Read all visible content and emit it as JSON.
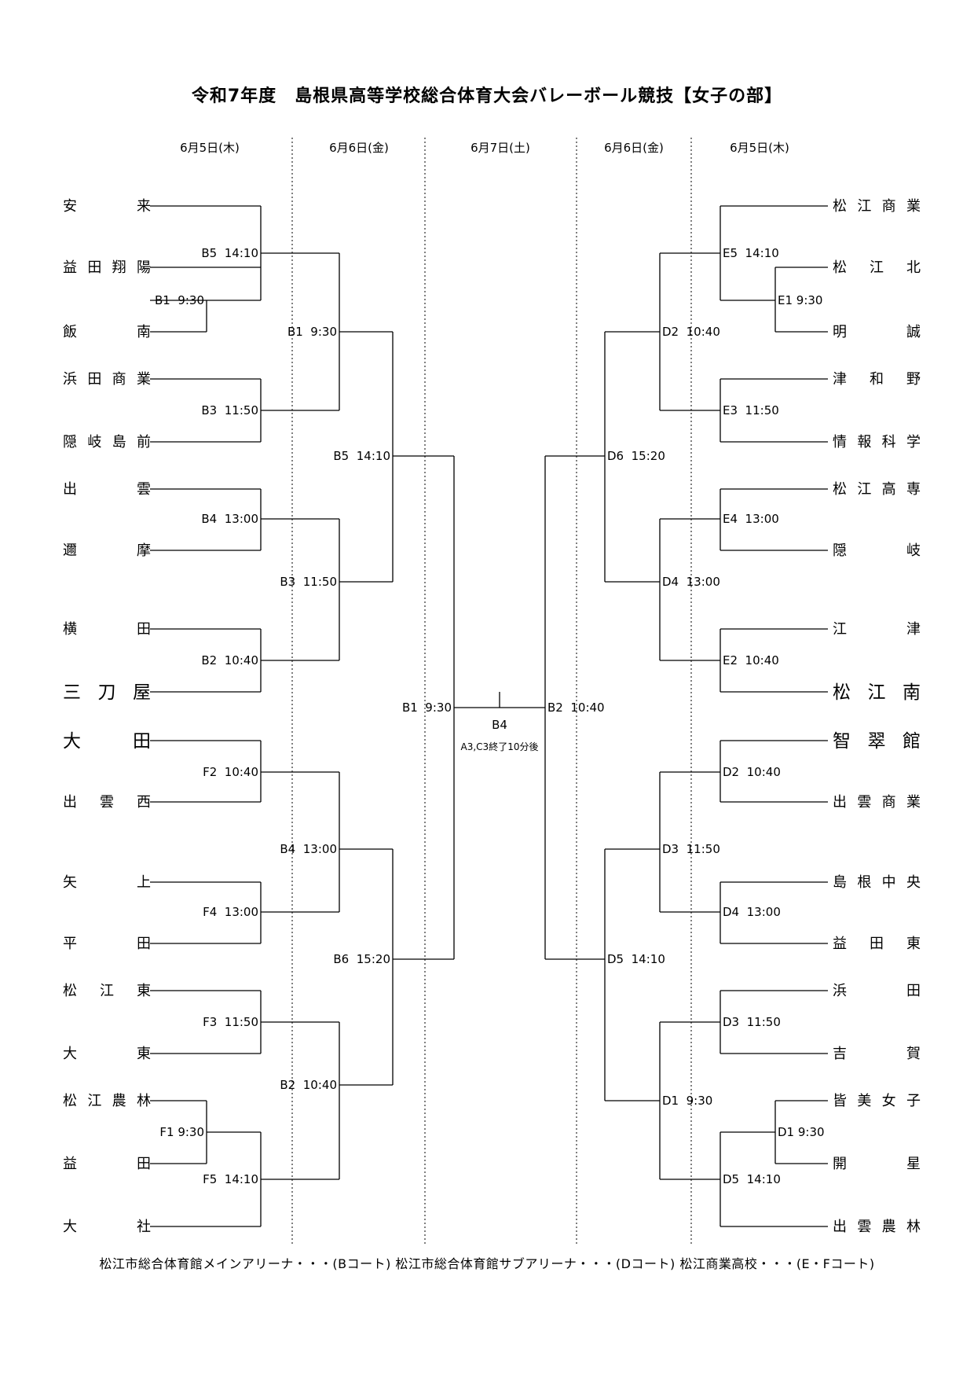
{
  "title": "令和7年度　島根県高等学校総合体育大会バレーボール競技【女子の部】",
  "dates": {
    "left_d1": "6月5日(木)",
    "left_d2": "6月6日(金)",
    "center": "6月7日(土)",
    "right_d2": "6月6日(金)",
    "right_d1": "6月5日(木)"
  },
  "left_teams": [
    "安来",
    "益田翔陽",
    "飯南",
    "浜田商業",
    "隠岐島前",
    "出雲",
    "邇摩",
    "横田",
    "三刀屋",
    "大田",
    "出雲西",
    "矢上",
    "平田",
    "松江東",
    "大東",
    "松江農林",
    "益田",
    "大社"
  ],
  "right_teams": [
    "松江商業",
    "松江北",
    "明誠",
    "津和野",
    "情報科学",
    "松江高専",
    "隠岐",
    "江津",
    "松江南",
    "智翠館",
    "出雲商業",
    "島根中央",
    "益田東",
    "浜田",
    "吉賀",
    "皆美女子",
    "開星",
    "出雲農林"
  ],
  "left_matches": {
    "r1_b1": "B1  9:30",
    "r1_b5": "B5  14:10",
    "r1_b3": "B3  11:50",
    "r1_b4": "B4  13:00",
    "r1_b2": "B2  10:40",
    "r1_f2": "F2  10:40",
    "r1_f4": "F4  13:00",
    "r1_f3": "F3  11:50",
    "r1_f1": "F1 9:30",
    "r1_f5": "F5  14:10",
    "r2_b1": "B1  9:30",
    "r2_b3": "B3  11:50",
    "r2_b4": "B4  13:00",
    "r2_b2": "B2  10:40",
    "r3_b5": "B5  14:10",
    "r3_b6": "B6  15:20",
    "semi": "B1  9:30"
  },
  "right_matches": {
    "r1_e1": "E1 9:30",
    "r1_e5": "E5  14:10",
    "r1_e3": "E3  11:50",
    "r1_e4": "E4  13:00",
    "r1_e2": "E2  10:40",
    "r1_d2": "D2  10:40",
    "r1_d4": "D4  13:00",
    "r1_d3": "D3  11:50",
    "r1_d1": "D1 9:30",
    "r1_d5": "D5  14:10",
    "r2_d2": "D2  10:40",
    "r2_d4": "D4  13:00",
    "r2_d3": "D3  11:50",
    "r2_d1": "D1  9:30",
    "r3_d6": "D6  15:20",
    "r3_d5": "D5  14:10",
    "semi": "B2  10:40"
  },
  "final": {
    "label": "B4",
    "note": "A3,C3終了10分後"
  },
  "footer": "松江市総合体育館メインアリーナ・・・(Bコート)  松江市総合体育館サブアリーナ・・・(Dコート)  松江商業高校・・・(E・Fコート)"
}
